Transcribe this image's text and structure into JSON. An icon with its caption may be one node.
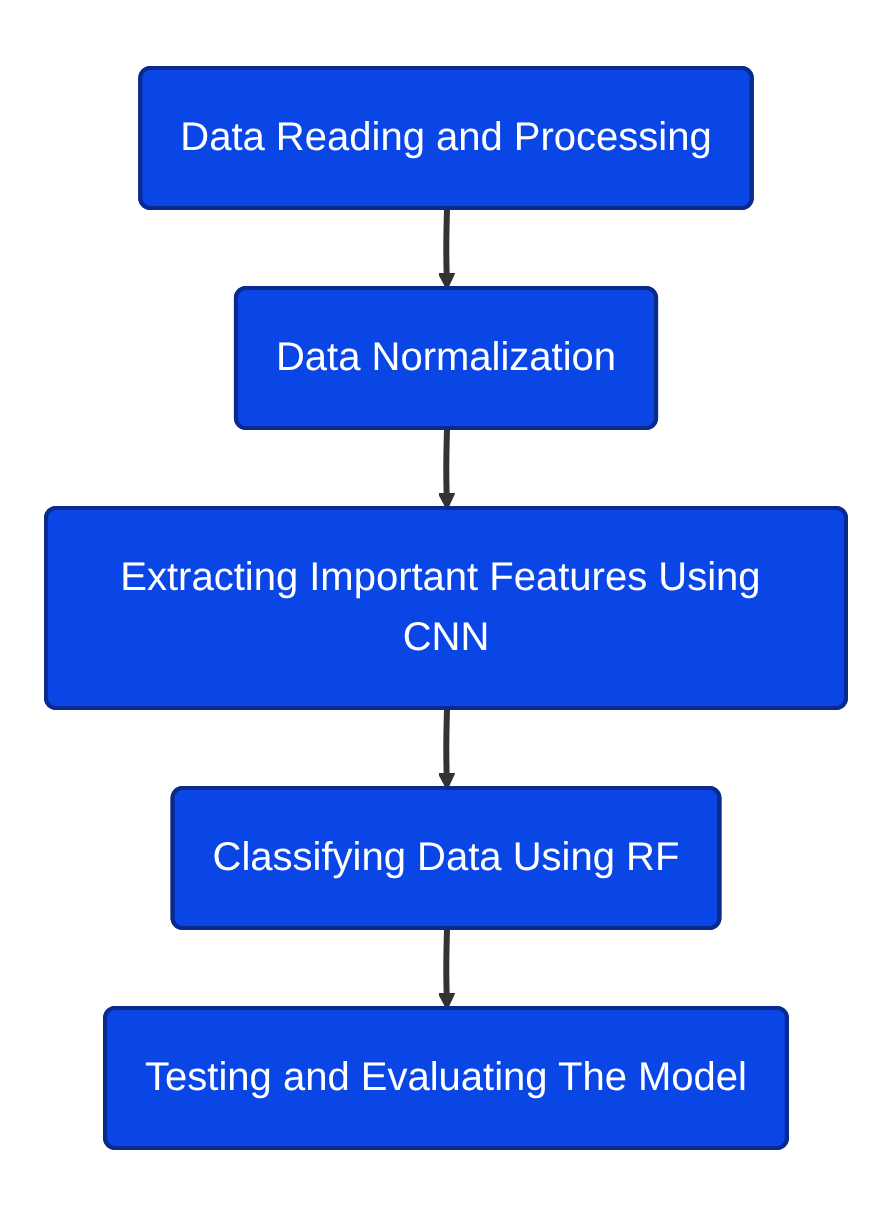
{
  "diagram": {
    "nodes": [
      {
        "text": [
          "Data Reading and Processing"
        ]
      },
      {
        "text": [
          "Data Normalization"
        ]
      },
      {
        "text": [
          "Extracting Important Features Using CNN"
        ]
      },
      {
        "text": [
          "Classifying Data Using RF"
        ]
      },
      {
        "text": [
          "Testing and Evaluating The Model"
        ]
      }
    ],
    "edges": [
      {
        "from": 0,
        "to": 1,
        "arrow": "to"
      },
      {
        "from": 1,
        "to": 2,
        "arrow": "to"
      },
      {
        "from": 2,
        "to": 3,
        "arrow": "to"
      },
      {
        "from": 3,
        "to": 4,
        "arrow": "to"
      }
    ]
  }
}
